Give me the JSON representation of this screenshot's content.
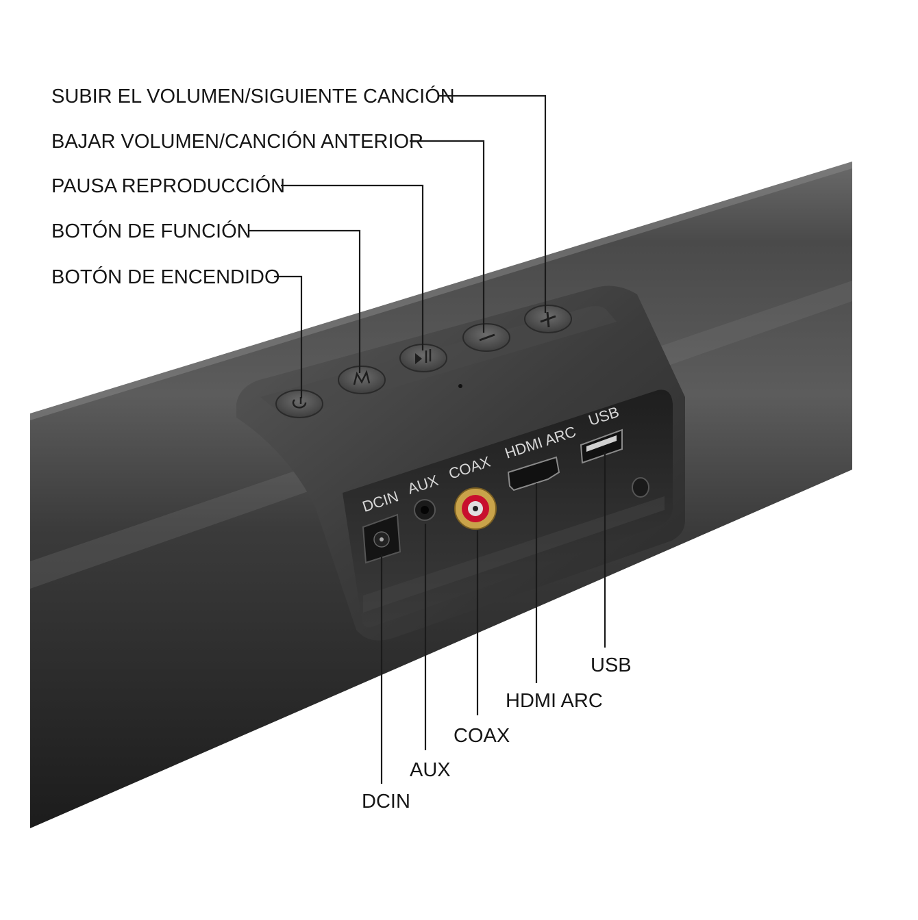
{
  "callouts_top": [
    {
      "id": "vol-up",
      "text": "SUBIR EL VOLUMEN/SIGUIENTE CANCIÓN"
    },
    {
      "id": "vol-down",
      "text": "BAJAR VOLUMEN/CANCIÓN ANTERIOR"
    },
    {
      "id": "play-pause",
      "text": "PAUSA REPRODUCCIÓN"
    },
    {
      "id": "function",
      "text": "BOTÓN DE FUNCIÓN"
    },
    {
      "id": "power",
      "text": "BOTÓN DE ENCENDIDO"
    }
  ],
  "port_labels": {
    "dcin": "DCIN",
    "aux": "AUX",
    "coax": "COAX",
    "hdmi": "HDMI ARC",
    "usb": "USB"
  },
  "callouts_bottom": {
    "usb": "USB",
    "hdmi": "HDMI ARC",
    "coax": "COAX",
    "aux": "AUX",
    "dcin": "DCIN"
  },
  "colors": {
    "body": "#3a3a3a",
    "panel": "#2b2b2b",
    "coax_ring": "#c8102e",
    "coax_gold": "#c9a34a"
  },
  "icons": {
    "power": "power-icon",
    "function": "mode-icon",
    "play_pause": "play-pause-icon",
    "minus": "minus-icon",
    "plus": "plus-icon"
  }
}
